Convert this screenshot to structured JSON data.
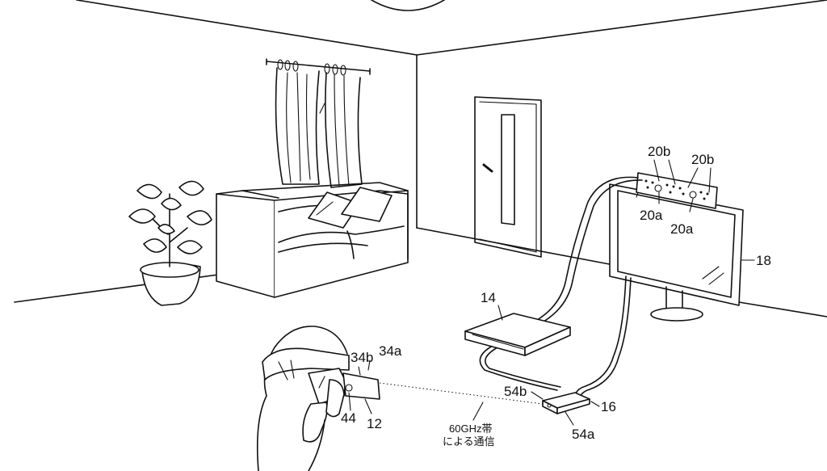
{
  "colors": {
    "ink": "#111111",
    "paper": "#ffffff"
  },
  "labels": {
    "ref_14": "14",
    "ref_16": "16",
    "ref_18": "18",
    "ref_20b_left": "20b",
    "ref_20b_right": "20b",
    "ref_20a_left": "20a",
    "ref_20a_right": "20a",
    "ref_34a": "34a",
    "ref_34b": "34b",
    "ref_44": "44",
    "ref_12": "12",
    "ref_54a": "54a",
    "ref_54b": "54b",
    "comm_line1": "60GHz帯",
    "comm_line2": "による通信"
  }
}
